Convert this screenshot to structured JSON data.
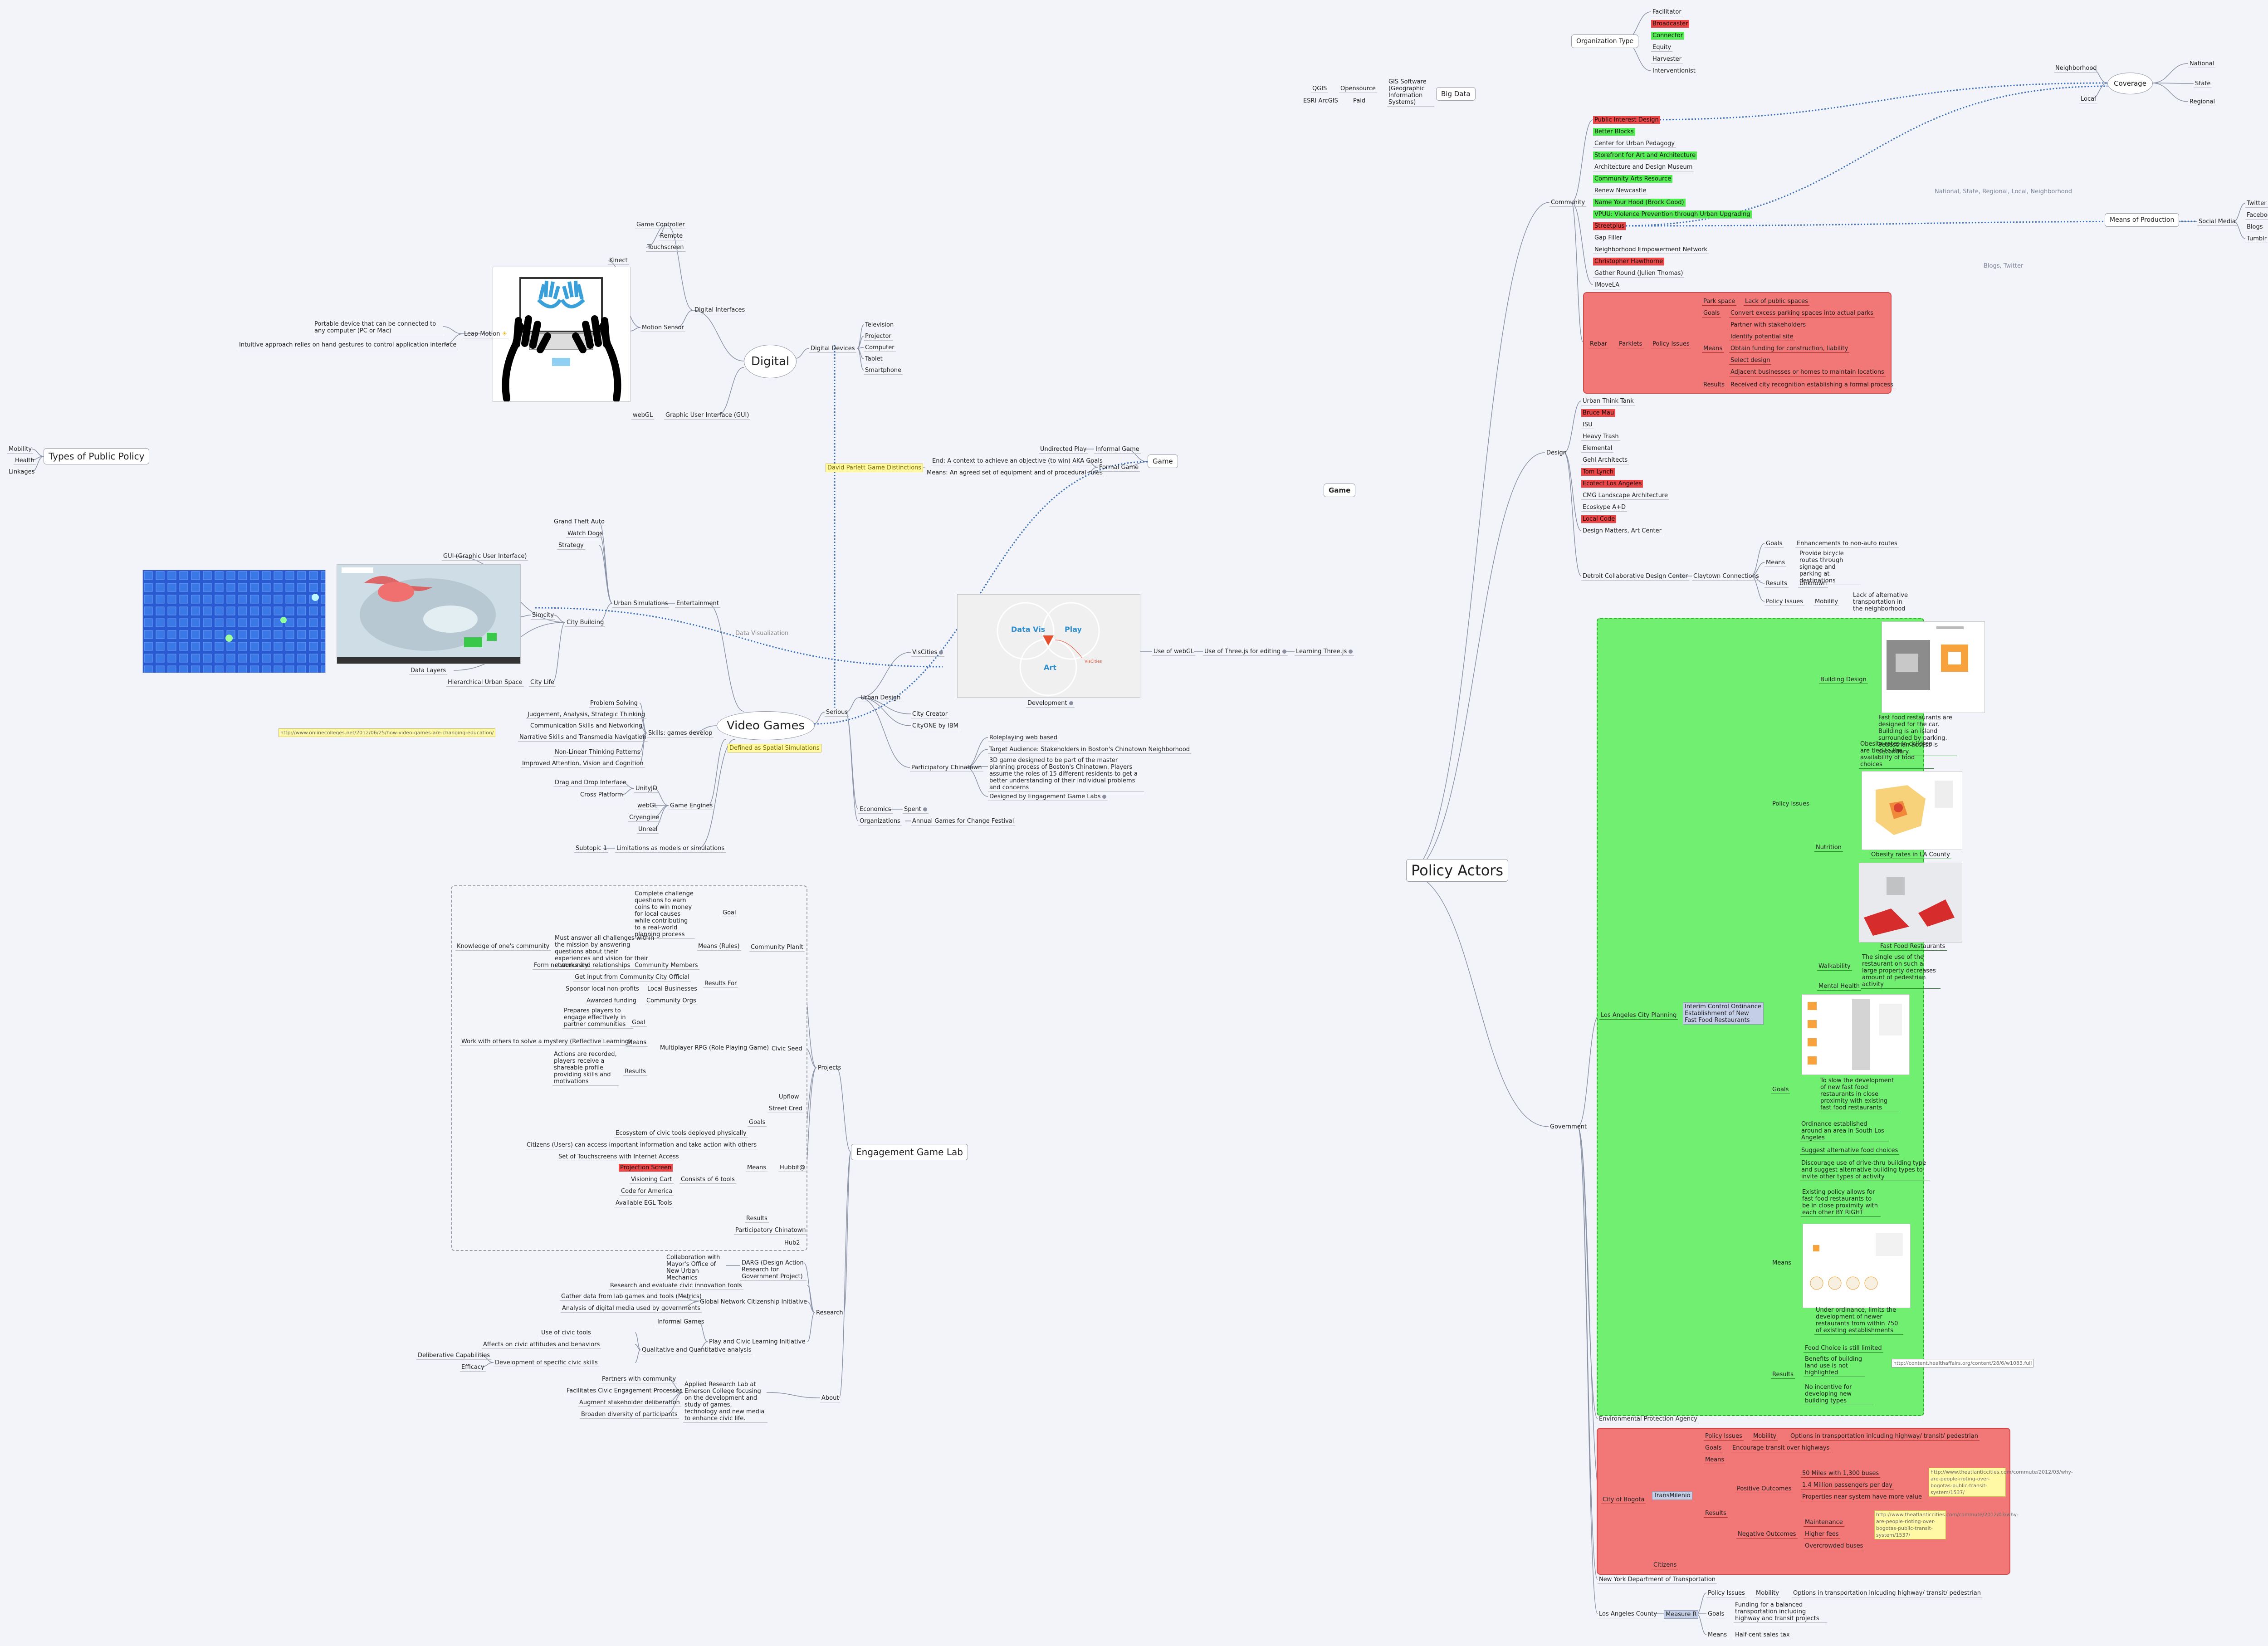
{
  "colors": {
    "background": "#f3f4f9",
    "red_highlight": "#ec4646",
    "green_highlight": "#52ee52",
    "red_panel": "#f27777",
    "green_panel": "#70ef70",
    "connector": "#8a93a6",
    "dotted_link": "#3b6fb6"
  },
  "types_of_public_policy": {
    "title": "Types of Public Policy",
    "items": [
      "Mobility",
      "Health",
      "Linkages"
    ]
  },
  "game": {
    "title": "Game",
    "center": "Game",
    "informal": {
      "label": "Informal Game",
      "child": "Undirected Play"
    },
    "formal": {
      "label": "Formal Game",
      "children": [
        "End: A context to achieve an objective (to win) AKA Goals",
        "Means: An agreed set of equipment and of procedural rules"
      ]
    },
    "note": "David Parlett Game Distinctions"
  },
  "big_data": {
    "title": "Big Data",
    "gis": "GIS Software (Geographic Information Systems)",
    "opensource": "Opensource",
    "qgis": "QGIS",
    "paid": "Paid",
    "esri": "ESRI ArcGIS"
  },
  "digital": {
    "title": "Digital",
    "interfaces": "Digital Interfaces",
    "motion": "Motion Sensor",
    "kinect": "Kinect",
    "game_controller": {
      "label": "Game Controller",
      "items": [
        "Remote",
        "Touchscreen"
      ]
    },
    "leap": "Leap Motion",
    "leap_desc": [
      "Portable device that can be connected to any computer (PC or Mac)",
      "Intuitive approach relies on hand gestures to control application interface"
    ],
    "webgl": "webGL",
    "gui": "Graphic User Interface (GUI)",
    "devices": {
      "label": "Digital Devices",
      "items": [
        "Television",
        "Projector",
        "Computer",
        "Tablet",
        "Smartphone"
      ]
    }
  },
  "video_games": {
    "title": "Video Games",
    "entertainment": "Entertainment",
    "urban_sim": "Urban Simulations",
    "entertainment_items": [
      "Grand Theft Auto",
      "Watch Dogs",
      "Strategy"
    ],
    "city_building": "City Building",
    "simcity": "Simcity",
    "gui": "GUI (Graphic User Interface)",
    "data_layers": "Data Layers",
    "hierarchical": "Hierarchical Urban Space",
    "city_life": "City Life",
    "skills": "Skills: games develop",
    "skills_items": [
      "Problem Solving",
      "Judgement, Analysis, Strategic Thinking",
      "Communication Skills and Networking",
      "Narrative Skills and Transmedia Navigation",
      "Non-Linear Thinking Patterns",
      "Improved Attention, Vision and Cognition"
    ],
    "skills_link": "http://www.onlinecolleges.net/2012/06/25/how-video-games-are-changing-education/",
    "engines": "Game Engines",
    "unity": "UnityJD",
    "unity_items": [
      "Drag and Drop Interface",
      "Cross Platform"
    ],
    "engine_items": [
      "webGL",
      "Cryengine",
      "Unreal"
    ],
    "limitations": "Limitations as models or simulations",
    "subtopic": "Subtopic 1",
    "defined": "Defined as Spatial Simulations",
    "data_vis_note": "Data Visualization",
    "serious": "Serious",
    "urban_design": "Urban Design",
    "viscities": "VisCities",
    "development": "Development",
    "venn": {
      "a": "Data Vis",
      "b": "Play",
      "c": "Art",
      "note": "VisCities"
    },
    "use_webgl": "Use of webGL",
    "threejs": "Use of Three.js for editing",
    "learning": "Learning Three.js",
    "city_creator": "City Creator",
    "cityone": "CityONE by IBM",
    "pc": "Participatory Chinatown",
    "pc_items": [
      "Roleplaying web based",
      "Target Audience: Stakeholders in Boston's Chinatown Neighborhood",
      "3D game designed to be part of the master planning process of Boston's Chinatown. Players assume the roles of 15 different residents to get a better understanding of their individual problems and concerns",
      "Designed by Engagement Game Labs"
    ],
    "economics": "Economics",
    "spent": "Spent",
    "organizations": "Organizations",
    "festival": "Annual Games for Change Festival"
  },
  "egl": {
    "title": "Engagement Game Lab",
    "projects": "Projects",
    "research": "Research",
    "about": "About",
    "community_plan": "Community PlanIt",
    "goal": "Goal",
    "goal_text": "Complete challenge questions to earn coins to win money for local causes while contributing to a real-world planning process",
    "means_rules": "Means (Rules)",
    "means_text": "Must answer all challenges within the mission by answering questions about their experiences and vision for their community.",
    "knowledge": "Knowledge of one's community",
    "results_for": "Results For",
    "rf_items": [
      [
        "Form networks and relationships",
        "Community Members"
      ],
      [
        "Get input from Community",
        "City Official"
      ],
      [
        "Sponsor local non-profits",
        "Local Businesses"
      ],
      [
        "Awarded funding",
        "Community Orgs"
      ]
    ],
    "civic_seed": "Civic Seed",
    "mrpg": "Multiplayer RPG (Role Playing Game)",
    "cs_goal": "Goal",
    "cs_goal_text": "Prepares players to engage effectively in partner communities",
    "cs_means": "Means",
    "cs_means_text": "Work with others to solve a mystery (Reflective Learning)",
    "cs_results": "Results",
    "cs_results_text": "Actions are recorded, players receive a shareable profile providing skills and motivations",
    "hubbit": "Hubbit@",
    "goals": "Goals",
    "upflow": "Upflow",
    "street_cred": "Street Cred",
    "means": "Means",
    "consists": "Consists of 6 tools",
    "tools": [
      "Ecosystem of civic tools deployed physically",
      "Citizens (Users) can access important information and take action with others",
      "Set of Touchscreens with Internet Access"
    ],
    "tool_items": [
      "Projection Screen",
      "Visioning Cart",
      "Code for America",
      "Available EGL Tools"
    ],
    "results": "Results",
    "pc": "Participatory Chinatown",
    "hub2": "Hub2",
    "dargo": "DARG (Design Action Research for Government Project)",
    "collab": "Collaboration with Mayor's Office of New Urban Mechanics",
    "research_tools": "Research and evaluate civic innovation tools",
    "global": "Global Network Citizenship Initiative",
    "global_items": [
      "Gather data from lab games and tools (Metrics)",
      "Analysis of digital media used by governments"
    ],
    "play_civic": "Play and Civic Learning Initiative",
    "informal_games": "Informal Games",
    "qual": "Qualitative and Quantitative analysis",
    "use_civic": "Use of civic tools",
    "affects": "Affects on civic attitudes and behaviors",
    "dev_civic": "Development of specific civic skills",
    "deliberative": "Deliberative Capabilities",
    "efficacy": "Efficacy",
    "about_text": "Applied Research Lab at Emerson College focusing on the development and study of games, technology and new media to enhance civic life.",
    "about_items": [
      "Partners with community",
      "Facilitates Civic Engagement Processes",
      "Augment stakeholder deliberation",
      "Broaden diversity of participants"
    ]
  },
  "policy_actors": {
    "title": "Policy Actors",
    "community": "Community",
    "design": "Design",
    "government": "Government",
    "org_type": "Organization Type",
    "org_items": [
      "Facilitator",
      "Broadcaster",
      "Connector",
      "Equity",
      "Harvester",
      "Interventionist"
    ],
    "coverage": "Coverage",
    "coverage_items": [
      "National",
      "State",
      "Regional"
    ],
    "neighborhood": "Neighborhood",
    "local": "Local",
    "coverage_note": "National, State, Regional, Local, Neighborhood",
    "means_production": "Means of Production",
    "social_media": "Social Media",
    "social_items": [
      "Twitter",
      "Facebook",
      "Blogs",
      "Tumblr"
    ],
    "blogs_note": "Blogs, Twitter",
    "community_items": [
      "Public Interest Design",
      "Better Blocks",
      "Center for Urban Pedagogy",
      "Storefront for Art and Architecture",
      "Architecture and Design Museum",
      "Community Arts Resource",
      "Renew Newcastle",
      "Name Your Hood (Brock Good)",
      "VPUU: Violence Prevention through Urban Upgrading",
      "Streetplus",
      "Gap Filler",
      "Neighborhood Empowerment Network",
      "Christopher Hawthorne",
      "Gather Round (Julien Thomas)",
      "IMoveLA"
    ],
    "parklet": {
      "rebar": "Rebar",
      "parklets": "Parklets",
      "policy_issues": "Policy Issues",
      "park_space": "Park space",
      "lack": "Lack of public spaces",
      "goals": "Goals",
      "goal_text": "Convert excess parking spaces into actual parks",
      "means": "Means",
      "means_items": [
        "Partner with stakeholders",
        "Identify potential site",
        "Obtain funding for construction, liability",
        "Select design",
        "Adjacent businesses or homes to maintain locations"
      ],
      "results": "Results",
      "results_text": "Received city recognition establishing a formal process"
    },
    "design_items": [
      "Urban Think Tank",
      "Bruce Mau",
      "ISU",
      "Heavy Trash",
      "Elemental",
      "Gehl Architects",
      "Tom Lynch",
      "Ecotect Los Angeles",
      "CMG Landscape Architecture",
      "Ecoskype A+D",
      "Local Code",
      "Design Matters, Art Center"
    ],
    "detroit": "Detroit Collaborative Design Center",
    "claytown": "Claytown Connections",
    "dc_goals": "Goals",
    "dc_goals_text": "Enhancements to non-auto routes",
    "dc_means": "Means",
    "dc_means_text": "Provide bicycle routes through signage and parking at destinations",
    "dc_results": "Results",
    "dc_results_text": "Unknown",
    "dc_policy": "Policy Issues",
    "dc_mobility": "Mobility",
    "dc_mobility_text": "Lack of alternative transportation in the neighborhood",
    "la_planning": "Los Angeles City Planning",
    "interim": "Interim Control Ordinance Establishment of New Fast Food Restaurants",
    "la_policy": "Policy Issues",
    "building_design": "Building Design",
    "bd_caption": "Fast food restaurants are designed for the car. Building is an island surrounded by parking. Pedestrian access is secondary.",
    "nutrition": "Nutrition",
    "obesity_text": "Obesity rates in children are tied to the availability of food choices",
    "obesity_caption": "Obesity rates in LA County",
    "ff_caption": "Fast Food Restaurants",
    "walkability": "Walkability",
    "walk_text": "The single use of the restaurant on such a large property decreases amount of pedestrian activity",
    "mental": "Mental Health",
    "la_goals": "Goals",
    "goals_items": [
      "To slow the development of new fast food restaurants in close proximity with existing fast food restaurants",
      "Ordinance established around an area in South Los Angeles",
      "Suggest alternative food choices",
      "Discourage use of drive-thru building type and suggest alternative building types to invite other types of activity"
    ],
    "la_means": "Means",
    "means_items": [
      "Existing policy allows for fast food restaurants to be in close proximity with each other BY RIGHT",
      "Under ordinance, limits the development of newer restaurants from within 750 of existing establishments"
    ],
    "la_results": "Results",
    "results_items": [
      "Food Choice is still limited",
      "Benefits of building land use is not highlighted",
      "No incentive for developing new building types"
    ],
    "la_link": "http://content.healthaffairs.org/content/28/6/w1083.full",
    "epa": "Environmental Protection Agency",
    "bogota": "City of Bogota",
    "transmilenio": "TransMilenio",
    "citizens": "Citizens",
    "bg_policy": "Policy Issues",
    "bg_mobility": "Mobility",
    "bg_mobility_text": "Options in transportation inlcuding highway/ transit/ pedestrian",
    "bg_goals": "Goals",
    "bg_goals_text": "Encourage transit over highways",
    "bg_means": "Means",
    "bg_results": "Results",
    "positive": "Positive Outcomes",
    "positive_items": [
      "50 Miles with 1,300 buses",
      "1.4 Million passengers per day",
      "Properties near system have more value"
    ],
    "pos_link": "http://www.theatlanticcities.com/commute/2012/03/why-are-people-rioting-over-bogotas-public-transit-system/1537/",
    "negative": "Negative Outcomes",
    "negative_items": [
      "Maintenance",
      "Higher fees",
      "Overcrowded buses"
    ],
    "neg_link": "http://www.theatlanticcities.com/commute/2012/03/why-are-people-rioting-over-bogotas-public-transit-system/1537/",
    "nydot": "New York Department of Transportation",
    "lacounty": "Los Angeles County",
    "measure_r": "Measure R",
    "lac_policy": "Policy Issues",
    "lac_mobility": "Mobility",
    "lac_mobility_text": "Options in transportation inlcuding highway/ transit/ pedestrian",
    "lac_goals": "Goals",
    "lac_goals_text": "Funding for a balanced transportation including highway and transit projects",
    "lac_means": "Means",
    "lac_means_text": "Half-cent sales tax"
  }
}
